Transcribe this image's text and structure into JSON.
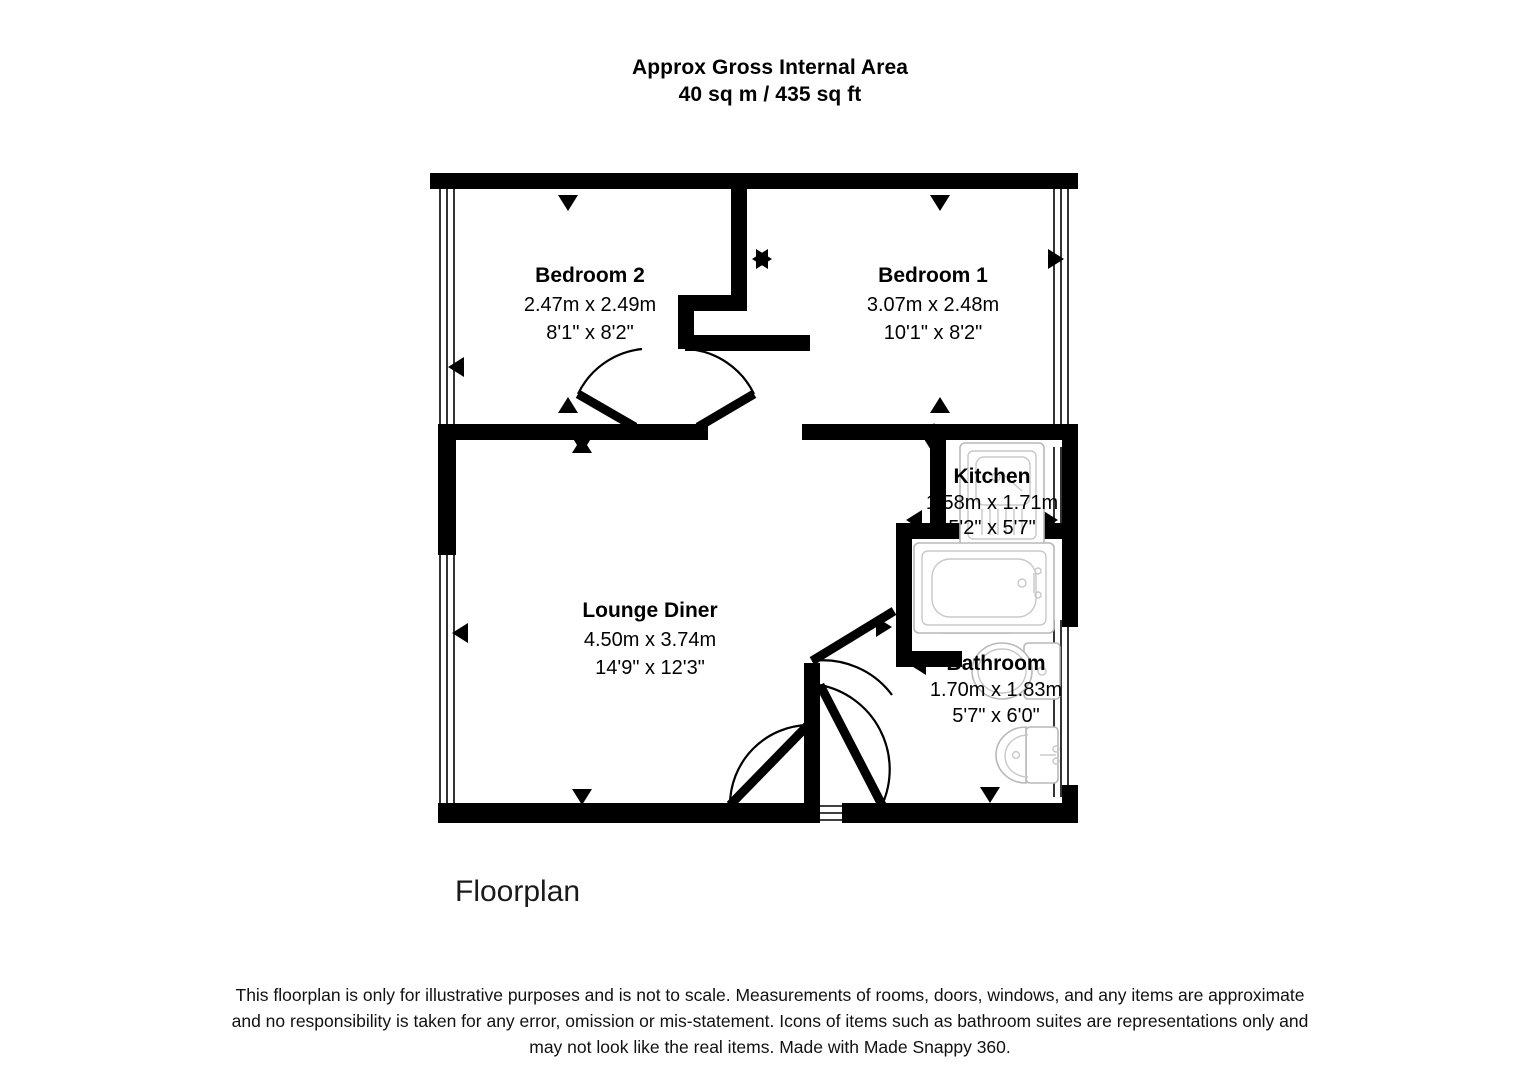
{
  "header": {
    "line1": "Approx Gross Internal Area",
    "line2": "40 sq m / 435 sq ft"
  },
  "caption": "Floorplan",
  "disclaimer": {
    "line1": "This floorplan is only for illustrative purposes and is not to scale. Measurements of rooms, doors, windows, and any items are approximate",
    "line2": "and no responsibility is taken for any error, omission or mis-statement. Icons of items such as bathroom suites are representations only and",
    "line3": "may not look like the real items. Made with Made Snappy 360."
  },
  "rooms": [
    {
      "key": "bedroom2",
      "name": "Bedroom 2",
      "metric": "2.47m x 2.49m",
      "imperial": "8'1\" x 8'2\""
    },
    {
      "key": "bedroom1",
      "name": "Bedroom 1",
      "metric": "3.07m x 2.48m",
      "imperial": "10'1\" x 8'2\""
    },
    {
      "key": "lounge",
      "name": "Lounge Diner",
      "metric": "4.50m x 3.74m",
      "imperial": "14'9\" x 12'3\""
    },
    {
      "key": "kitchen",
      "name": "Kitchen",
      "metric": "1.58m x 1.71m",
      "imperial": "5'2\" x 5'7\""
    },
    {
      "key": "bathroom",
      "name": "Bathroom",
      "metric": "1.70m x 1.83m",
      "imperial": "5'7\" x 6'0\""
    }
  ],
  "fixtures": [
    "kitchen-sink-icon",
    "kitchen-hob-icon",
    "bathtub-icon",
    "toilet-icon",
    "washbasin-icon"
  ],
  "colors": {
    "wall": "#000000",
    "background": "#ffffff",
    "fixture_outline": "#b8b8b8",
    "text": "#000000"
  }
}
